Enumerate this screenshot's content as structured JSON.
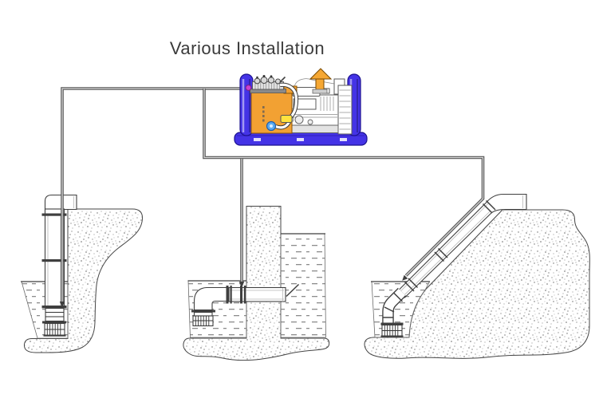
{
  "title": "Various Installation",
  "diagram_type": "pump-installation-illustration",
  "unit": {
    "name": "hydraulic-power-pack"
  },
  "installations": [
    {
      "name": "vertical-sump-installation"
    },
    {
      "name": "through-wall-discharge-installation"
    },
    {
      "name": "inclined-slope-installation"
    }
  ],
  "colors": {
    "background": "#ffffff",
    "title_color": "#3a3a3a",
    "line_dark": "#3f3f3f",
    "supply_line": "#555555",
    "supply_core": "#d8d8d8",
    "frame_blue": "#4433e6",
    "frame_blue_dark": "#1c128f",
    "tank_orange": "#f2a133",
    "tank_outline": "#8a5200",
    "exhaust_orange": "#f5a733",
    "hose_yellow": "#ffe23e",
    "port_blue": "#5aaaf2",
    "accent_magenta": "#cc3fd0",
    "water_dash": "#8c8c8c",
    "ground_dot": "#4d4d4d"
  }
}
